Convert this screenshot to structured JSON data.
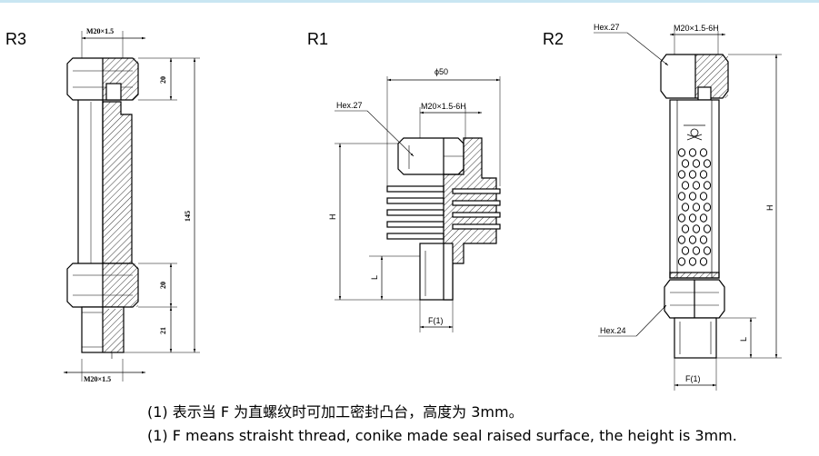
{
  "views": {
    "r3": {
      "label": "R3",
      "thread_top": "M20×1.5",
      "thread_bottom": "M20×1.5",
      "dim_20_top": "20",
      "dim_145": "145",
      "dim_20_bottom": "20",
      "dim_21": "21"
    },
    "r1": {
      "label": "R1",
      "diameter": "ϕ50",
      "hex": "Hex.27",
      "thread": "M20×1.5-6H",
      "h": "H",
      "l": "L",
      "f": "F(1)"
    },
    "r2": {
      "label": "R2",
      "hex_top": "Hex.27",
      "thread": "M20×1.5-6H",
      "h": "H",
      "hex_bottom": "Hex.24",
      "l": "L",
      "f": "F(1)"
    }
  },
  "notes": {
    "cn": "(1) 表示当 F 为直螺纹时可加工密封凸台，高度为 3mm。",
    "en": "(1) F means straisht thread, conike made seal raised surface, the height is 3mm."
  }
}
